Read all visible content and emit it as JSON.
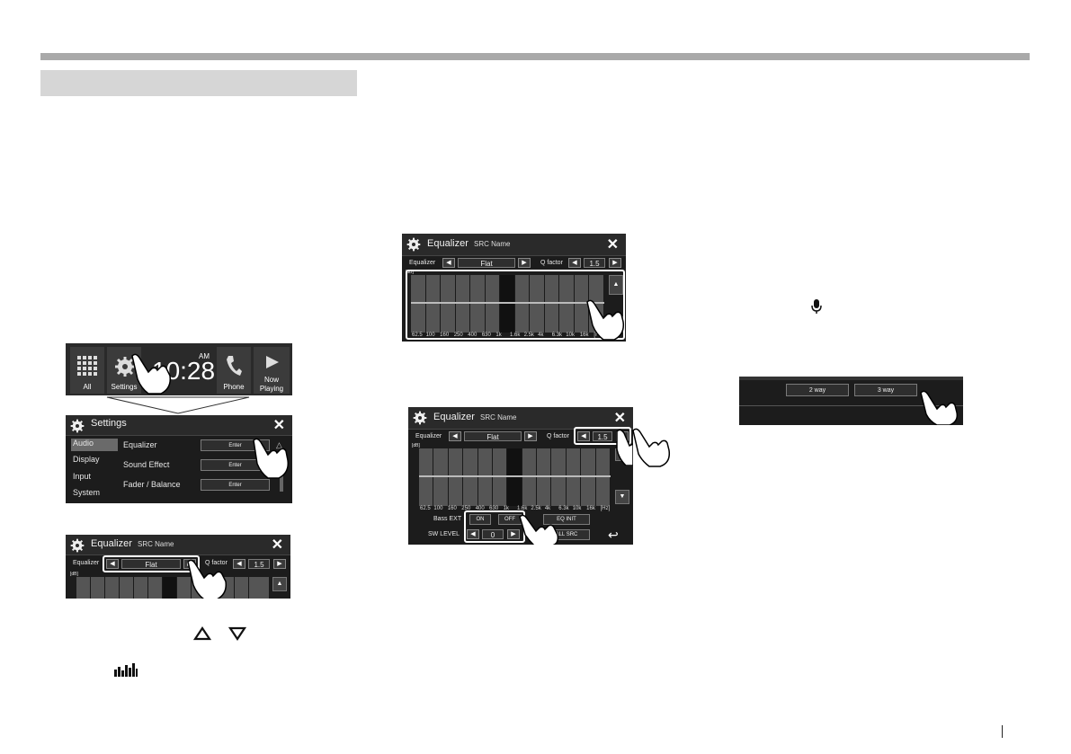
{
  "home": {
    "all_label": "All",
    "settings_label": "Settings",
    "time": "10:28",
    "ampm": "AM",
    "phone_label": "Phone",
    "now_label": "Now",
    "playing_label": "Playing"
  },
  "settings": {
    "title": "Settings",
    "tabs": [
      "Audio",
      "Display",
      "Input",
      "System"
    ],
    "items": [
      {
        "label": "Equalizer",
        "button": "Enter"
      },
      {
        "label": "Sound Effect",
        "button": "Enter"
      },
      {
        "label": "Fader / Balance",
        "button": "Enter"
      }
    ]
  },
  "eq_small": {
    "title": "Equalizer",
    "src": "SRC Name",
    "eq_label": "Equalizer",
    "preset": "Flat",
    "q_label": "Q factor",
    "q_value": "1.5",
    "db": "[dB]"
  },
  "eq_main": {
    "title": "Equalizer",
    "src": "SRC Name",
    "eq_label": "Equalizer",
    "preset": "Flat",
    "q_label": "Q factor",
    "q_value": "1.5",
    "db": "[dB]",
    "freqs": [
      "62.5",
      "100",
      "160",
      "250",
      "400",
      "630",
      "1k",
      "1.6k",
      "2.5k",
      "4k",
      "6.3k",
      "10k",
      "16k",
      "[Hz]"
    ],
    "selected_band": 6
  },
  "eq_ext": {
    "title": "Equalizer",
    "src": "SRC Name",
    "eq_label": "Equalizer",
    "preset": "Flat",
    "q_label": "Q factor",
    "q_value": "1.5",
    "db": "[dB]",
    "freqs": [
      "62.5",
      "100",
      "160",
      "250",
      "400",
      "630",
      "1k",
      "1.6k",
      "2.5k",
      "4k",
      "6.3k",
      "10k",
      "16k",
      "[Hz]"
    ],
    "bass_ext_label": "Bass EXT",
    "on": "ON",
    "off": "OFF",
    "eq_init": "EQ INIT",
    "sw_level_label": "SW LEVEL",
    "sw_value": "0",
    "all_src": "ALL SRC"
  },
  "speaker": {
    "two_way": "2 way",
    "three_way": "3 way"
  },
  "icons": {
    "up": "triangle-up-icon",
    "down": "triangle-down-icon",
    "eq": "equalizer-icon",
    "mic": "microphone-icon"
  }
}
